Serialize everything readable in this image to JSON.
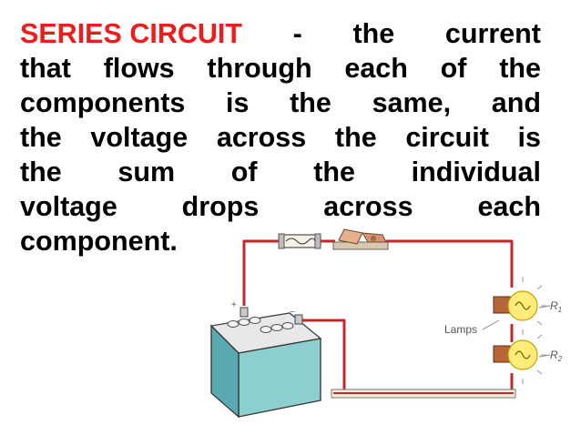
{
  "slide": {
    "heading": "SERIES CIRCUIT",
    "lines": [
      [
        "-",
        "the",
        "current"
      ],
      [
        "that",
        "flows",
        "through",
        "each",
        "of",
        "the"
      ],
      [
        "components",
        "is",
        "the",
        "same,",
        "and"
      ],
      [
        "the",
        "voltage",
        "across",
        "the",
        "circuit",
        "is"
      ],
      [
        "the",
        "sum",
        "of",
        "the",
        "individual"
      ],
      [
        "voltage",
        "drops",
        "across",
        "each"
      ],
      [
        "component."
      ]
    ]
  },
  "diagram": {
    "lamps_label": "Lamps",
    "r1_label": "R",
    "r1_sub": "1",
    "r2_label": "R",
    "r2_sub": "2",
    "plus_label": "+",
    "minus_label": "−",
    "colors": {
      "heading_red": "#ee1c1c",
      "wire": "#c0282c",
      "battery": "#8ccfcf",
      "lamp": "#ffec7a"
    }
  }
}
